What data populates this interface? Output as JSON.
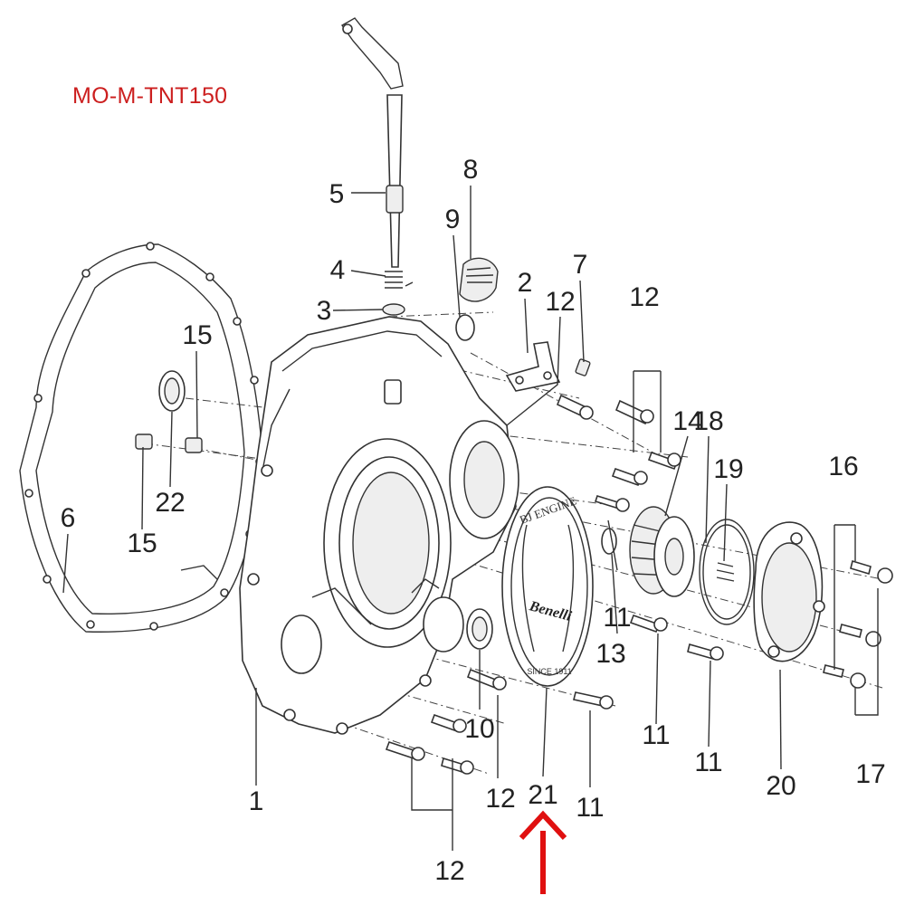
{
  "diagram": {
    "model_code": "MO-M-TNT150",
    "cover_branding": {
      "ring_text": "BJ ENGINE",
      "logo_text": "Benelli",
      "since_text": "SINCE 1911"
    },
    "highlight_color": "#e01010",
    "label_color": "#cc1f1f",
    "callouts": [
      {
        "id": "c1",
        "text": "1"
      },
      {
        "id": "c2",
        "text": "2"
      },
      {
        "id": "c3",
        "text": "3"
      },
      {
        "id": "c4",
        "text": "4"
      },
      {
        "id": "c5",
        "text": "5"
      },
      {
        "id": "c6",
        "text": "6"
      },
      {
        "id": "c7",
        "text": "7"
      },
      {
        "id": "c8",
        "text": "8"
      },
      {
        "id": "c9",
        "text": "9"
      },
      {
        "id": "c10",
        "text": "10"
      },
      {
        "id": "c11a",
        "text": "11"
      },
      {
        "id": "c11b",
        "text": "11"
      },
      {
        "id": "c11c",
        "text": "11"
      },
      {
        "id": "c11d",
        "text": "11"
      },
      {
        "id": "c12a",
        "text": "12"
      },
      {
        "id": "c12b",
        "text": "12"
      },
      {
        "id": "c12c",
        "text": "12"
      },
      {
        "id": "c12d",
        "text": "12"
      },
      {
        "id": "c13",
        "text": "13"
      },
      {
        "id": "c14",
        "text": "14"
      },
      {
        "id": "c15a",
        "text": "15"
      },
      {
        "id": "c15b",
        "text": "15"
      },
      {
        "id": "c16",
        "text": "16"
      },
      {
        "id": "c17",
        "text": "17"
      },
      {
        "id": "c18",
        "text": "18"
      },
      {
        "id": "c19",
        "text": "19"
      },
      {
        "id": "c20",
        "text": "20"
      },
      {
        "id": "c21",
        "text": "21"
      },
      {
        "id": "c22",
        "text": "22"
      }
    ]
  }
}
